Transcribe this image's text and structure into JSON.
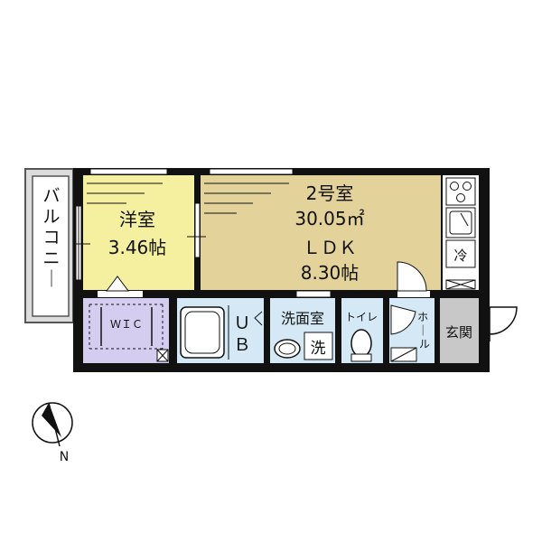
{
  "balcony": {
    "label": "バルコニー"
  },
  "western_room": {
    "name": "洋室",
    "size": "3.46帖"
  },
  "main_room": {
    "name": "2号室",
    "area": "30.05㎡",
    "type": "ＬＤＫ",
    "size": "8.30帖"
  },
  "closet": {
    "label": "ＷＩＣ"
  },
  "unit_bath": {
    "label_1": "Ｕ",
    "label_2": "Ｂ"
  },
  "washroom": {
    "label": "洗面室",
    "washer": "洗"
  },
  "toilet": {
    "label": "トイレ"
  },
  "hall": {
    "label": "ホール"
  },
  "entrance": {
    "label": "玄関"
  },
  "fridge": {
    "label": "冷"
  },
  "compass": {
    "label": "N"
  },
  "colors": {
    "wall": "#111111",
    "western_room_fill": "#f5f0a0",
    "ldk_fill": "#e3d39a",
    "closet_fill": "#d4cdef",
    "wet_area_fill": "#d4e8f5",
    "balcony_fill": "#dcdcdc",
    "entrance_fill": "#c8c8c8"
  }
}
